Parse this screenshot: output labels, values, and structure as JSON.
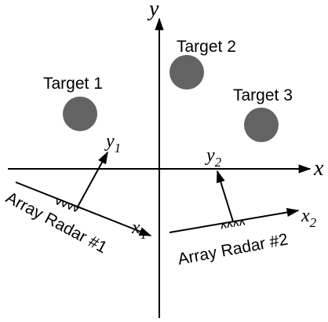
{
  "axes": {
    "x_label": "x",
    "y_label": "y"
  },
  "targets": [
    {
      "label": "Target 1"
    },
    {
      "label": "Target 2"
    },
    {
      "label": "Target 3"
    }
  ],
  "radars": [
    {
      "label": "Array Radar #1",
      "x_axis": "x",
      "x_sub": "1",
      "y_axis": "y",
      "y_sub": "1"
    },
    {
      "label": "Array Radar #2",
      "x_axis": "x",
      "x_sub": "2",
      "y_axis": "y",
      "y_sub": "2"
    }
  ],
  "colors": {
    "target_fill": "#636363",
    "line": "#000000"
  }
}
